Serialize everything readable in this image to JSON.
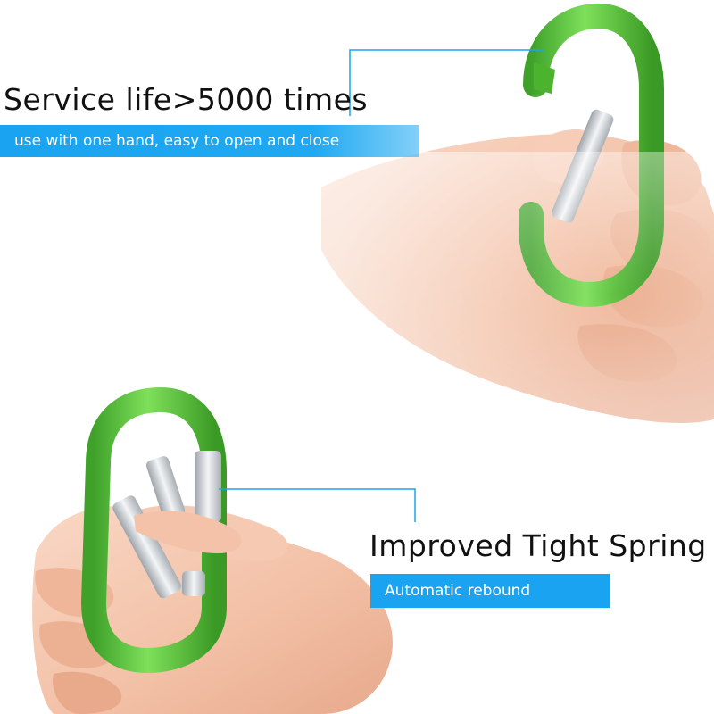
{
  "callouts": {
    "top": {
      "title": "Service life>5000 times",
      "banner": "use with one hand, easy to open and close"
    },
    "bottom": {
      "title": "Improved Tight Spring",
      "banner": "Automatic rebound"
    }
  },
  "colors": {
    "accent_blue": "#1aa3f0",
    "carabiner_green": "#5cc93a",
    "skin": "#f4c4ac",
    "text": "#111111"
  },
  "icons": [
    "carabiner-illustration",
    "hand-illustration"
  ]
}
